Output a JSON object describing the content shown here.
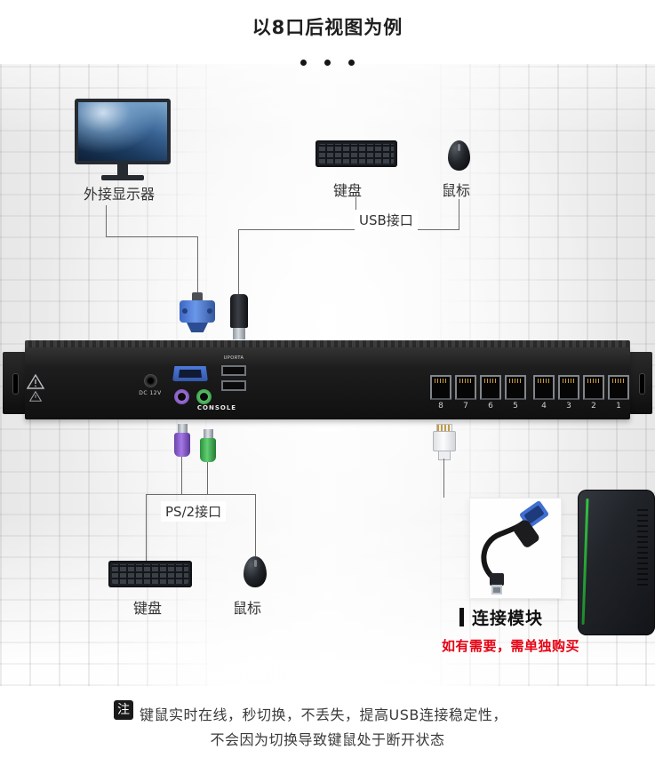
{
  "title": "以8口后视图为例",
  "top_section": {
    "monitor_label": "外接显示器",
    "keyboard_label": "键盘",
    "mouse_label": "鼠标",
    "usb_port_label": "USB接口"
  },
  "device": {
    "dc_label": "DC 12V",
    "usb_area_label": "UPORTA",
    "console_label": "CONSOLE",
    "port_numbers": [
      "8",
      "7",
      "6",
      "5",
      "4",
      "3",
      "2",
      "1"
    ]
  },
  "bottom_section": {
    "ps2_label": "PS/2接口",
    "keyboard_label": "键盘",
    "mouse_label": "鼠标",
    "module_title": "连接模块",
    "module_note": "如有需要，需单独购买"
  },
  "footnote": {
    "badge": "注",
    "line1": "键鼠实时在线，秒切换，不丢失，提高USB连接稳定性，",
    "line2": "不会因为切换导致键鼠处于断开状态"
  },
  "colors": {
    "accent_red": "#e60012",
    "vga_blue": "#3f6fd0",
    "ps2_purple": "#8257c2",
    "ps2_green": "#3fa44f",
    "device_black": "#1d1d1d"
  }
}
